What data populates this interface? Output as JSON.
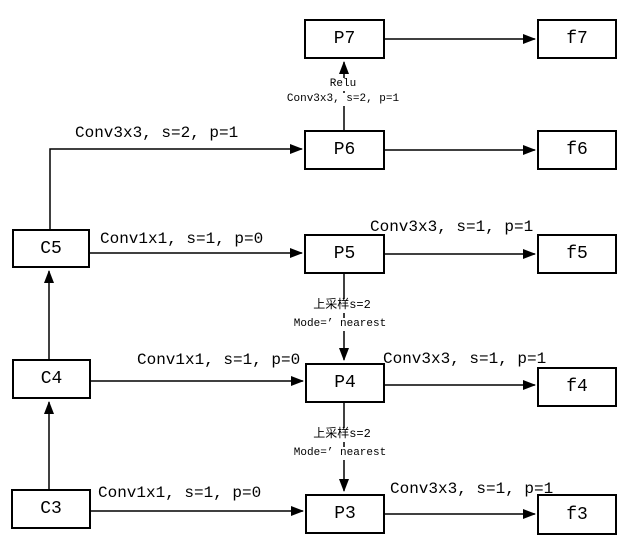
{
  "diagram": {
    "type": "feature-pyramid-network-flowchart",
    "colors": {
      "line": "#000000",
      "box_border": "#000000",
      "background": "#ffffff",
      "text": "#000000"
    },
    "nodes": {
      "C3": "C3",
      "C4": "C4",
      "C5": "C5",
      "P3": "P3",
      "P4": "P4",
      "P5": "P5",
      "P6": "P6",
      "P7": "P7",
      "f3": "f3",
      "f4": "f4",
      "f5": "f5",
      "f6": "f6",
      "f7": "f7"
    },
    "edge_labels": {
      "c5_to_p6": "Conv3x3, s=2, p=1",
      "p6_to_p7_activation": "Relu",
      "p6_to_p7_conv": "Conv3x3, s=2, p=1",
      "c5_to_p5": "Conv1x1, s=1, p=0",
      "c4_to_p4": "Conv1x1, s=1, p=0",
      "c3_to_p3": "Conv1x1, s=1, p=0",
      "p5_to_f5": "Conv3x3, s=1, p=1",
      "p4_to_f4": "Conv3x3, s=1, p=1",
      "p3_to_f3": "Conv3x3, s=1, p=1",
      "p5_to_p4_upsample": "上采样s=2",
      "p5_to_p4_mode": "Mode=’ nearest",
      "p4_to_p3_upsample": "上采样s=2",
      "p4_to_p3_mode": "Mode=’ nearest"
    },
    "connections": [
      "C3 -> C4",
      "C4 -> C5",
      "C5 -> P6 (Conv3x3, s=2, p=1)",
      "P6 -> P7 (Relu, Conv3x3, s=2, p=1)",
      "C5 -> P5 (Conv1x1, s=1, p=0)",
      "C4 -> P4 (Conv1x1, s=1, p=0)",
      "C3 -> P3 (Conv1x1, s=1, p=0)",
      "P5 -> P4 (上采样s=2, Mode=’ nearest)",
      "P4 -> P3 (上采样s=2, Mode=’ nearest)",
      "P7 -> f7",
      "P6 -> f6",
      "P5 -> f5 (Conv3x3, s=1, p=1)",
      "P4 -> f4 (Conv3x3, s=1, p=1)",
      "P3 -> f3 (Conv3x3, s=1, p=1)"
    ]
  }
}
